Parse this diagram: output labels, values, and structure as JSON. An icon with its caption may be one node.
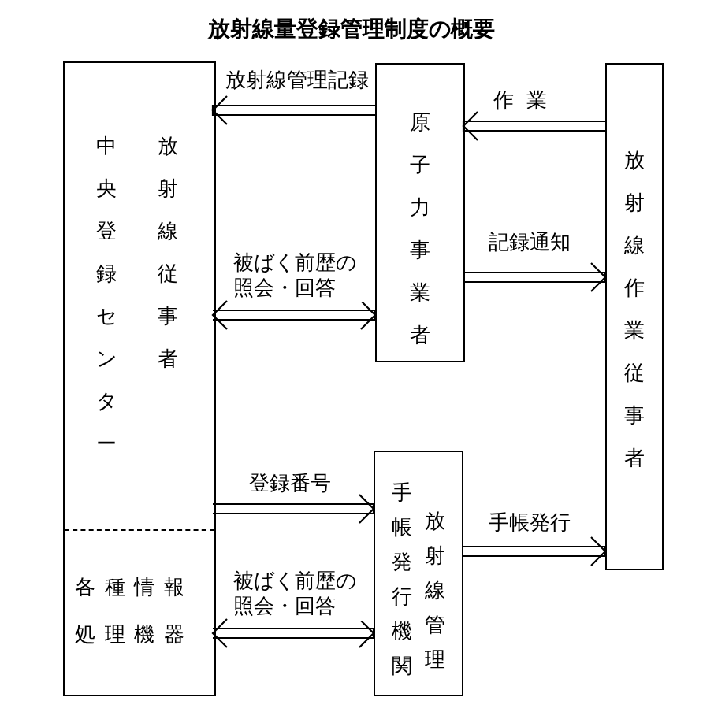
{
  "diagram": {
    "title": "放射線量登録管理制度の概要",
    "nodes": [
      {
        "text": [],
        "shape": "box"
      },
      {
        "text": [
          "中央登録センター",
          "放射線従事者"
        ],
        "in": 0
      },
      {
        "text": [
          "各種情報処理機器"
        ],
        "in": 0
      },
      {
        "text": [
          "原子力事業者"
        ]
      },
      {
        "text": [
          "放射線作業従事者"
        ]
      },
      {
        "text": [
          "手帳発行機関",
          "放射線管理"
        ]
      }
    ],
    "edges": [
      {
        "from": 3,
        "to": 1,
        "arrow": "to",
        "label": "放射線管理記録"
      },
      {
        "from": 4,
        "to": 3,
        "arrow": "to",
        "label": "作業"
      },
      {
        "from": 3,
        "to": 4,
        "arrow": "to",
        "label": "記録通知"
      },
      {
        "from": 1,
        "to": 3,
        "arrow": "both",
        "label": "被ばく前歴の照会・回答"
      },
      {
        "from": 1,
        "to": 5,
        "arrow": "to",
        "label": "登録番号"
      },
      {
        "from": 5,
        "to": 4,
        "arrow": "to",
        "label": "手帳発行"
      },
      {
        "from": 2,
        "to": 5,
        "arrow": "both",
        "label": "被ばく前歴の照会・回答"
      }
    ]
  }
}
